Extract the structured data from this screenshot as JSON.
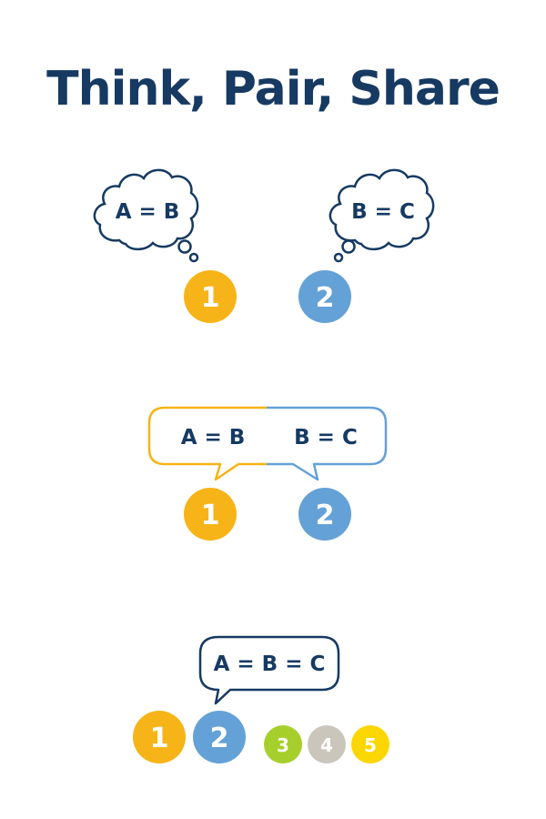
{
  "title": "Think, Pair, Share",
  "colors": {
    "navy": "#163a62",
    "orange": "#f7b418",
    "blue": "#64a1d6",
    "green": "#a6cf2c",
    "gray": "#cbc6bb",
    "yellow": "#fbd600"
  },
  "think": {
    "thought_1": "A = B",
    "thought_2": "B = C",
    "person_1": "1",
    "person_2": "2"
  },
  "pair": {
    "speech_1": "A = B",
    "speech_2": "B = C",
    "person_1": "1",
    "person_2": "2"
  },
  "share": {
    "speech": "A = B = C",
    "people": [
      "1",
      "2",
      "3",
      "4",
      "5"
    ]
  }
}
